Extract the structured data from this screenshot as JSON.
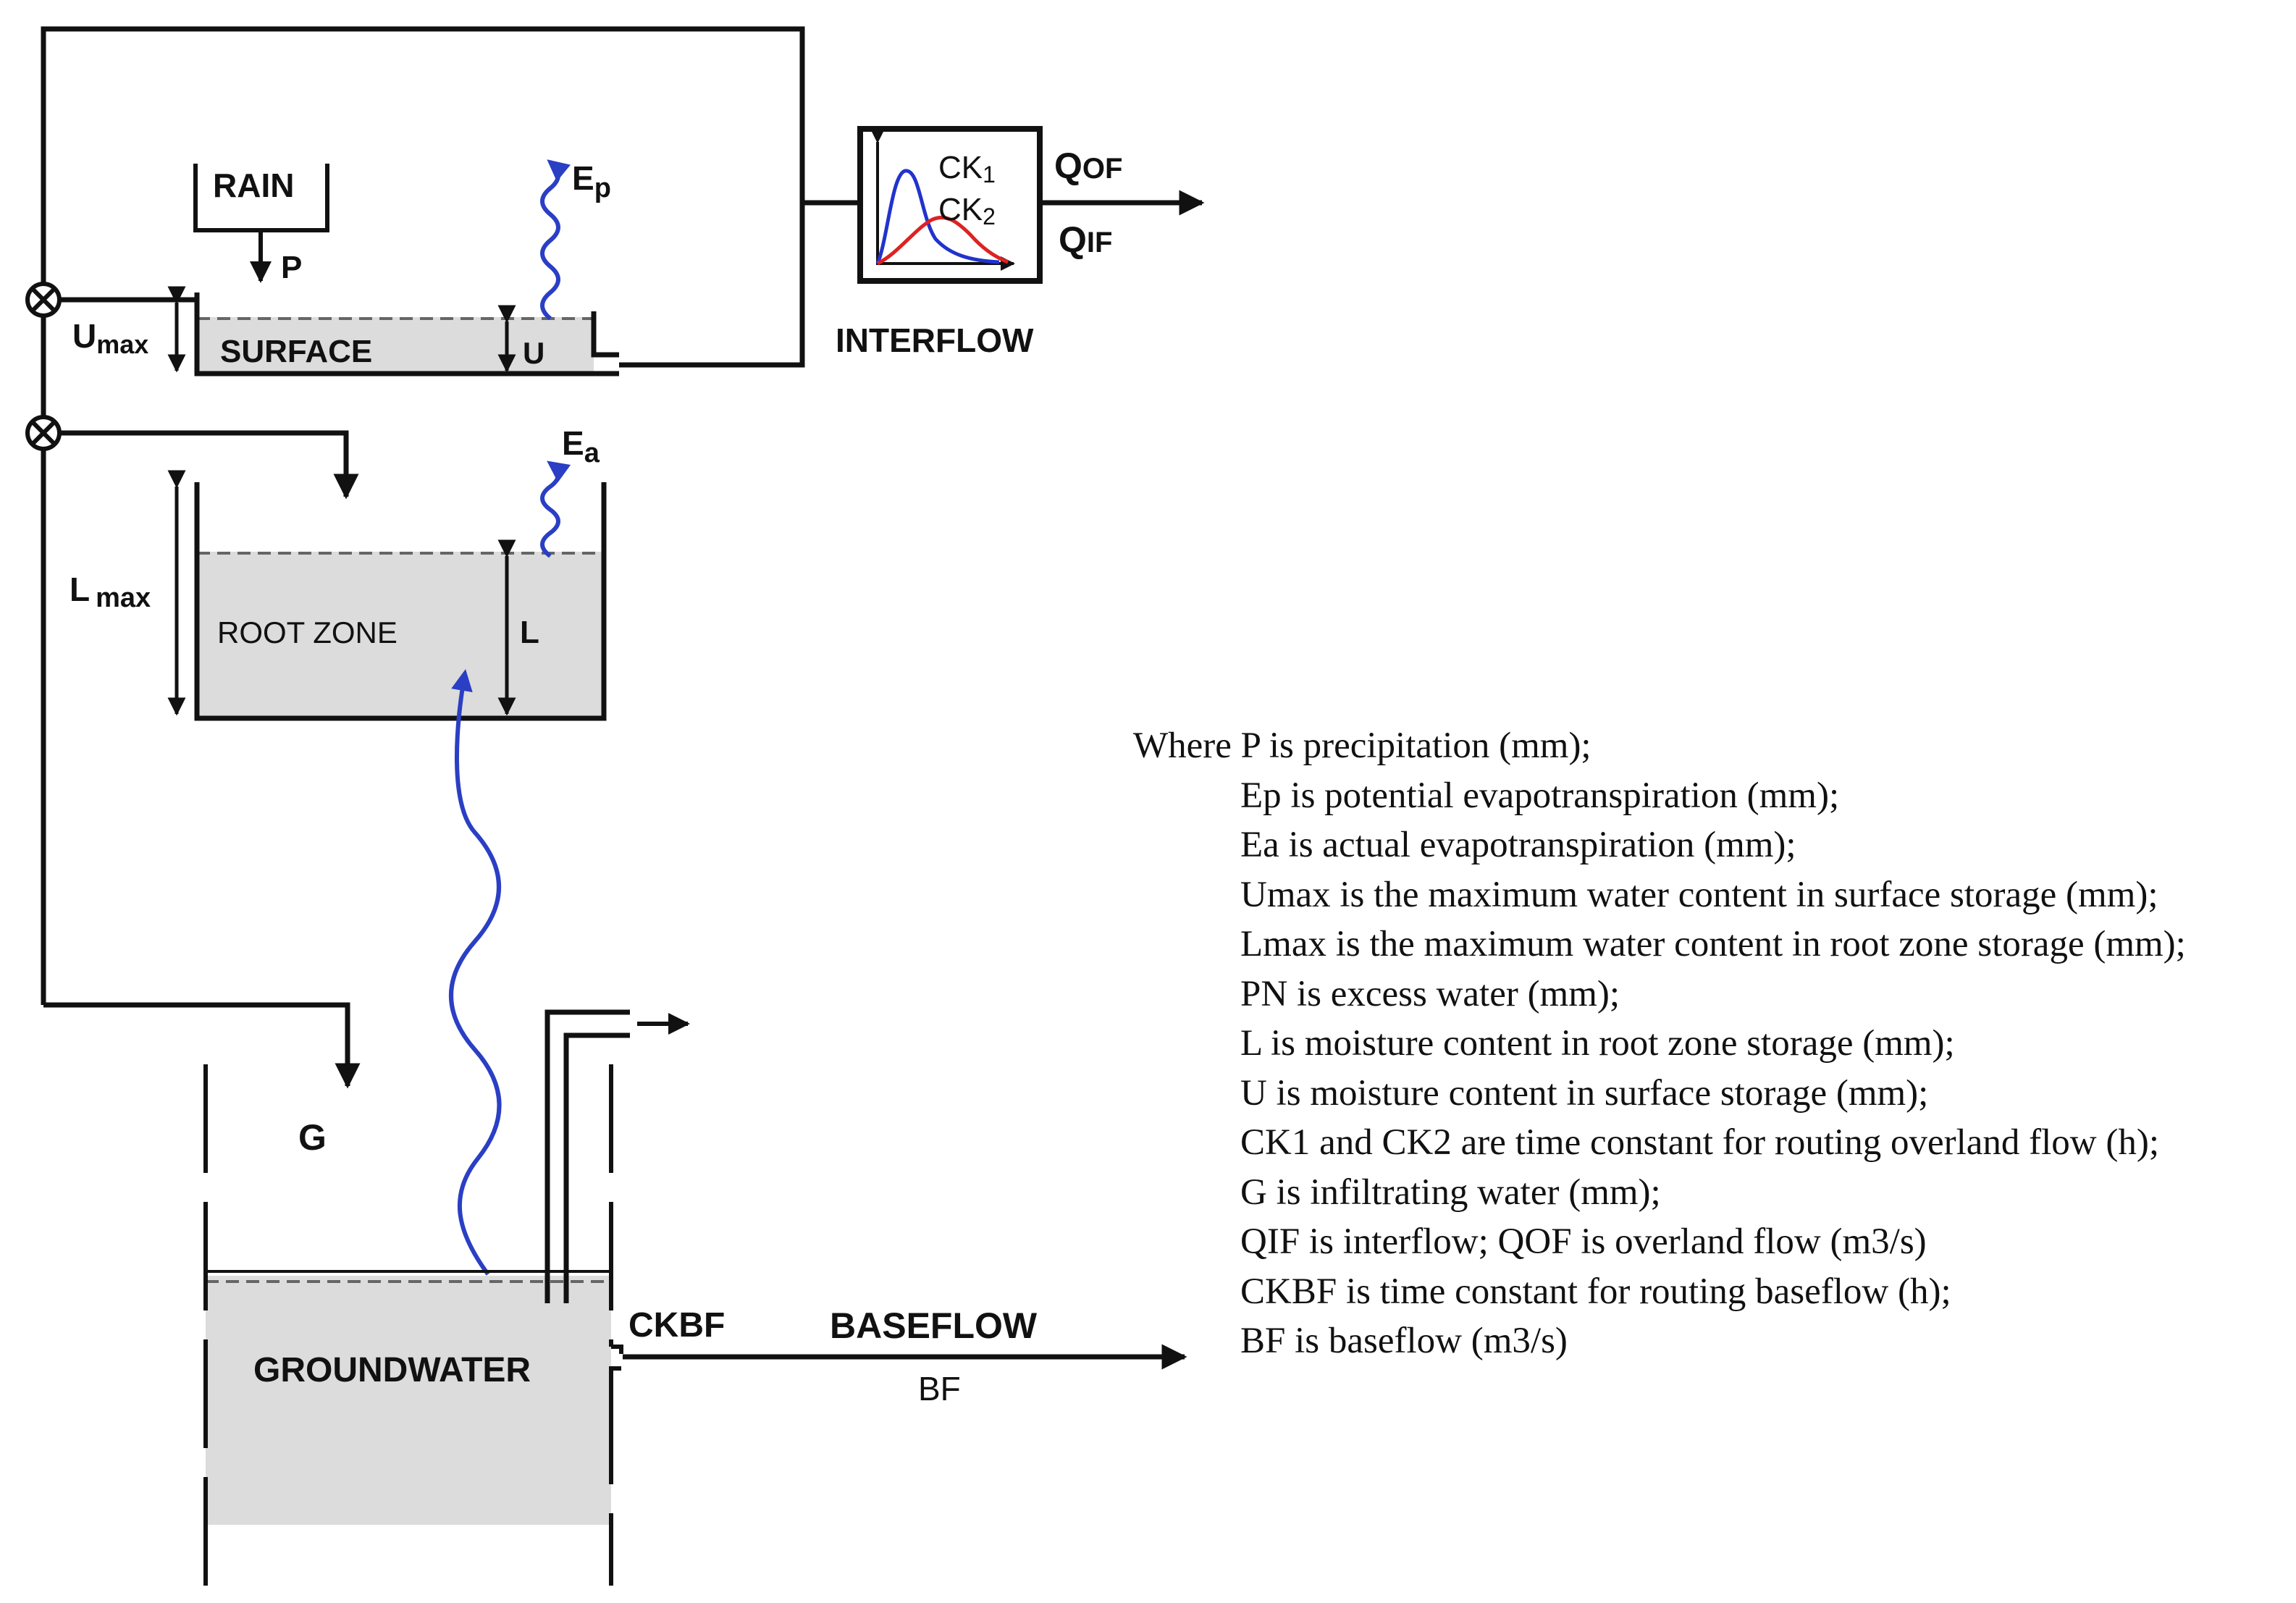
{
  "labels": {
    "rain": "RAIN",
    "p": "P",
    "ep_main": "E",
    "ep_sub": "p",
    "ea_main": "E",
    "ea_sub": "a",
    "umax_main": "U",
    "umax_sub": "max",
    "surface": "SURFACE",
    "u": "U",
    "ck1_main": "CK",
    "ck1_sub": "1",
    "ck2_main": "CK",
    "ck2_sub": "2",
    "qof_main": "Q",
    "qof_sub": "OF",
    "qif_main": "Q",
    "qif_sub": "IF",
    "interflow": "INTERFLOW",
    "lmax_main": "L",
    "lmax_sub": "max",
    "root_zone": "ROOT ZONE",
    "l": "L",
    "g": "G",
    "groundwater": "GROUNDWATER",
    "ckbf": "CKBF",
    "baseflow": "BASEFLOW",
    "bf": "BF"
  },
  "legend": {
    "intro": "Where P is precipitation (mm);",
    "items": [
      "Ep is potential evapotranspiration (mm);",
      "Ea is actual evapotranspiration (mm);",
      "Umax is the maximum water content in surface storage (mm);",
      "Lmax is the maximum water content in root zone storage (mm);",
      "PN is excess water (mm);",
      "L is moisture content in root zone storage (mm);",
      "U is moisture content in surface storage (mm);",
      "CK1 and CK2 are time constant for routing overland flow (h);",
      "G is infiltrating water (mm);",
      "QIF is interflow; QOF is overland flow (m3/s)",
      "CKBF is time constant for routing baseflow (h);",
      "BF is baseflow (m3/s)"
    ]
  },
  "colors": {
    "line": "#111111",
    "water_fill": "#dcdcdc",
    "evap_wave": "#2a3fc4",
    "hydrograph_ck1": "#2233cc",
    "hydrograph_ck2": "#dd2222",
    "dashed_level": "#666666"
  }
}
